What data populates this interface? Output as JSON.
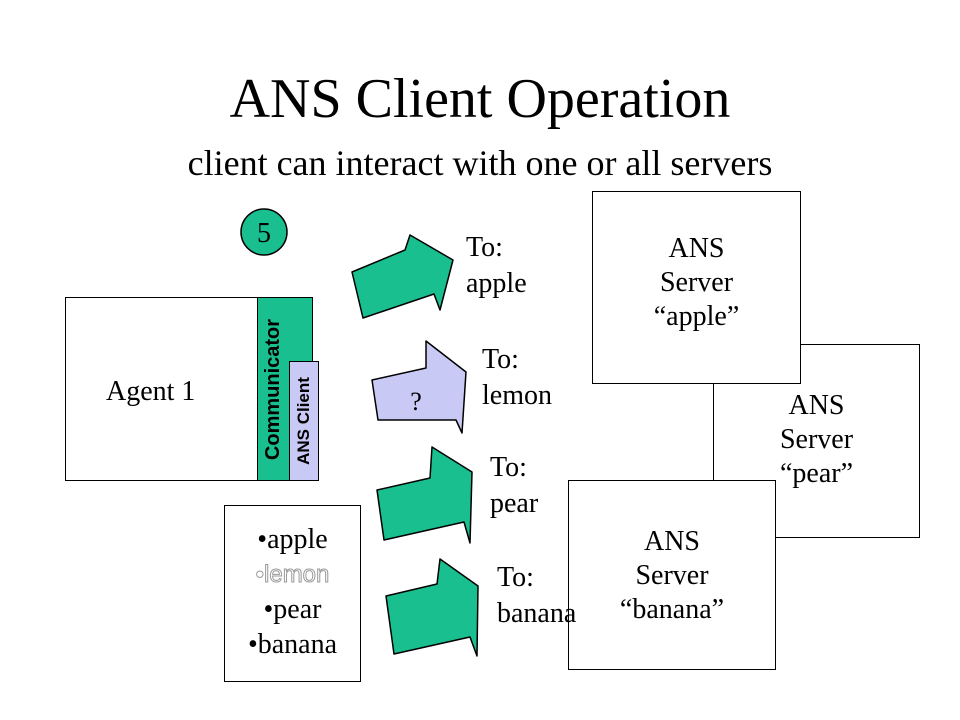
{
  "title": "ANS Client Operation",
  "subtitle": "client can interact with one or all servers",
  "step_badge": "5",
  "agent": {
    "label": "Agent 1",
    "communicator_label": "Communicator",
    "client_label": "ANS Client"
  },
  "server_list": {
    "items": [
      "•apple",
      "•lemon",
      "•pear",
      "•banana"
    ]
  },
  "messages": [
    {
      "line1": "To:",
      "line2": "apple"
    },
    {
      "line1": "To:",
      "line2": "lemon",
      "marker": "?"
    },
    {
      "line1": "To:",
      "line2": "pear"
    },
    {
      "line1": "To:",
      "line2": "banana"
    }
  ],
  "servers": [
    {
      "line1": "ANS",
      "line2": "Server",
      "line3": "“apple”"
    },
    {
      "line1": "ANS",
      "line2": "Server",
      "line3": "“pear”"
    },
    {
      "line1": "ANS",
      "line2": "Server",
      "line3": "“banana”"
    }
  ],
  "colors": {
    "arrow_fill": "#1abf8f",
    "unknown_arrow_fill": "#c9c9f5",
    "badge_fill": "#1abf8f",
    "communicator_fill": "#1abf8f",
    "client_fill": "#c9c9f5"
  }
}
